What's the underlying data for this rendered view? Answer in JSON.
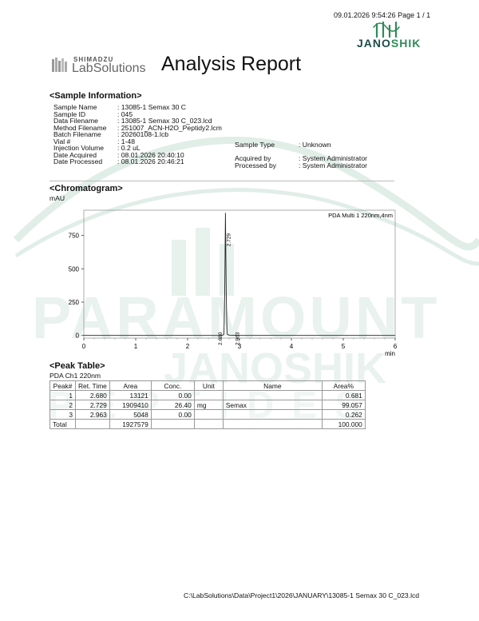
{
  "header": {
    "datetime_page": "09.01.2026 9:54:26 Page 1 / 1",
    "brand": "JANOSHIK",
    "brand_part1": "JANO",
    "brand_part2": "SHIK"
  },
  "logo": {
    "maker": "SHIMADZU",
    "product": "LabSolutions"
  },
  "title": "Analysis Report",
  "sample_info": {
    "heading": "<Sample Information>",
    "left_rows": [
      {
        "key": "Sample Name",
        "value": ": 13085-1  Semax 30 C"
      },
      {
        "key": "Sample ID",
        "value": ": 045"
      },
      {
        "key": "Data Filename",
        "value": ": 13085-1  Semax 30 C_023.lcd"
      },
      {
        "key": "Method Filename",
        "value": ": 251007_ACN-H2O_Peptidy2.lcm"
      },
      {
        "key": "Batch Filename",
        "value": ": 20260108-1.lcb"
      },
      {
        "key": "Vial #",
        "value": ": 1-48"
      },
      {
        "key": "Injection Volume",
        "value": ": 0.2 uL"
      },
      {
        "key": "Date Acquired",
        "value": ": 08.01.2026 20:40:10"
      },
      {
        "key": "Date Processed",
        "value": ": 08.01.2026 20:46:21"
      }
    ],
    "right_rows": [
      {
        "key": "Sample Type",
        "value": ": Unknown"
      },
      {
        "key": "",
        "value": ""
      },
      {
        "key": "Acquired by",
        "value": ": System Administrator"
      },
      {
        "key": "Processed by",
        "value": ": System Administrator"
      }
    ]
  },
  "chromatogram": {
    "heading": "<Chromatogram>",
    "ylabel": "mAU",
    "xlabel": "min",
    "legend": "PDA Multi 1 220nm,4nm"
  },
  "chart_data": {
    "type": "line",
    "title": "",
    "xlabel": "min",
    "ylabel": "mAU",
    "xlim": [
      0,
      6
    ],
    "ylim": [
      -20,
      940
    ],
    "xticks": [
      0,
      1,
      2,
      3,
      4,
      5,
      6
    ],
    "yticks": [
      0,
      250,
      500,
      750
    ],
    "series": [
      {
        "name": "PDA Multi 1 220nm,4nm",
        "x": [
          0,
          2.6,
          2.66,
          2.68,
          2.7,
          2.715,
          2.729,
          2.745,
          2.76,
          2.8,
          2.963,
          3.0,
          6
        ],
        "y": [
          0,
          0,
          1,
          3,
          10,
          300,
          920,
          300,
          10,
          2,
          1,
          0,
          0
        ]
      }
    ],
    "peak_labels": [
      {
        "label": "2.680",
        "x": 2.68
      },
      {
        "label": "2.729",
        "x": 2.729
      },
      {
        "label": "2.963",
        "x": 2.963
      }
    ]
  },
  "peak_table": {
    "heading": "<Peak Table>",
    "channel": "PDA Ch1 220nm",
    "columns": [
      "Peak#",
      "Ret. Time",
      "Area",
      "Conc.",
      "Unit",
      "Name",
      "Area%"
    ],
    "rows": [
      [
        "1",
        "2.680",
        "13121",
        "0.00",
        "",
        "",
        "0.681"
      ],
      [
        "2",
        "2.729",
        "1909410",
        "26.40",
        "mg",
        "Semax",
        "99.057"
      ],
      [
        "3",
        "2.963",
        "5048",
        "0.00",
        "",
        "",
        "0.262"
      ]
    ],
    "total": [
      "Total",
      "",
      "1927579",
      "",
      "",
      "",
      "100.000"
    ]
  },
  "footer": {
    "path": "C:\\LabSolutions\\Data\\Project1\\2026\\JANUARY\\13085-1  Semax 30 C_023.lcd"
  },
  "colors": {
    "watermark": "#d7e9e1",
    "brand_dark": "#1d4d4a",
    "brand_green": "#2e8b57"
  }
}
